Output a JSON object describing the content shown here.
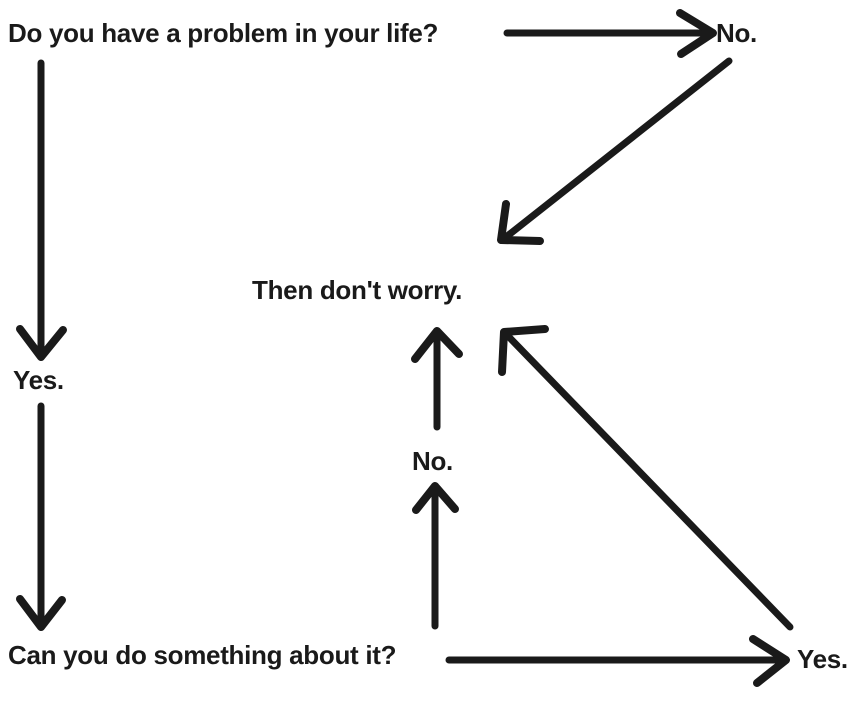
{
  "colors": {
    "background": "#ffffff",
    "ink": "#1a1a1a"
  },
  "diagram": {
    "type": "flowchart",
    "nodes": {
      "question1": {
        "label": "Do you have a problem in your life?"
      },
      "no_top": {
        "label": "No."
      },
      "yes_left": {
        "label": "Yes."
      },
      "worry": {
        "label": "Then don't worry."
      },
      "no_middle": {
        "label": "No."
      },
      "question2": {
        "label": "Can you do something about it?"
      },
      "yes_bottom": {
        "label": "Yes."
      }
    },
    "edges": [
      {
        "from": "question1",
        "to": "no_top",
        "direction": "right"
      },
      {
        "from": "question1",
        "to": "yes_left",
        "direction": "down"
      },
      {
        "from": "no_top",
        "to": "worry",
        "direction": "down-left"
      },
      {
        "from": "yes_left",
        "to": "question2",
        "direction": "down"
      },
      {
        "from": "question2",
        "to": "no_middle",
        "direction": "up"
      },
      {
        "from": "no_middle",
        "to": "worry",
        "direction": "up"
      },
      {
        "from": "question2",
        "to": "yes_bottom",
        "direction": "right"
      },
      {
        "from": "yes_bottom",
        "to": "worry",
        "direction": "up-left"
      }
    ]
  }
}
